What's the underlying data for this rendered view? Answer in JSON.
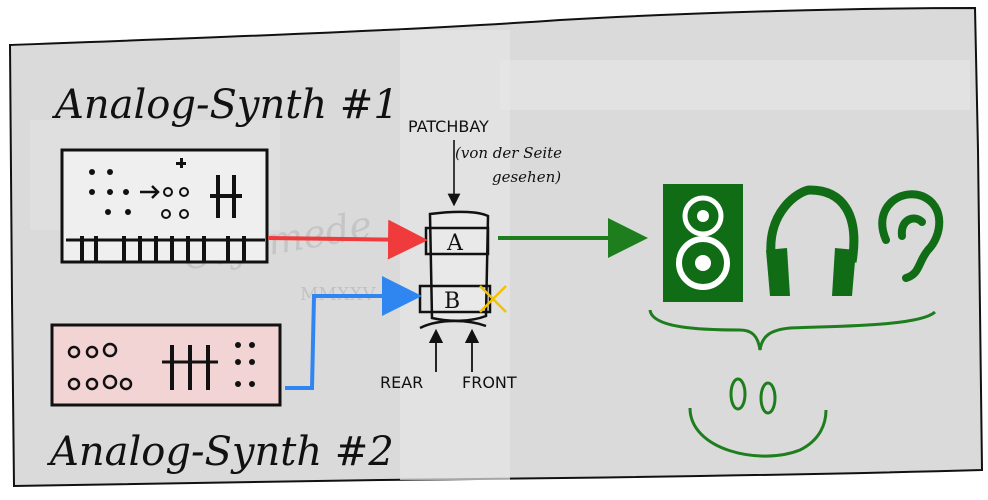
{
  "title_synth1": "Analog-Synth #1",
  "title_synth2": "Analog-Synth #2",
  "patchbay": {
    "label": "PATCHBAY",
    "note_line1": "(von der Seite",
    "note_line2": "gesehen)",
    "port_a": "A",
    "port_b": "B",
    "rear_label": "REAR",
    "front_label": "FRONT"
  },
  "watermark": {
    "line1": "Cajamede",
    "line2": "MMXXV"
  },
  "colors": {
    "paper": "#d9d9d9",
    "synth2_fill": "#f2d4d4",
    "cable_red": "#ef3b3b",
    "cable_blue": "#2f86f0",
    "cable_green": "#1e7e1e",
    "icon_green": "#116c16",
    "cross_yellow": "#f2c200"
  },
  "icons": [
    "speaker-icon",
    "headphones-icon",
    "ear-icon",
    "smiley-face-icon"
  ]
}
